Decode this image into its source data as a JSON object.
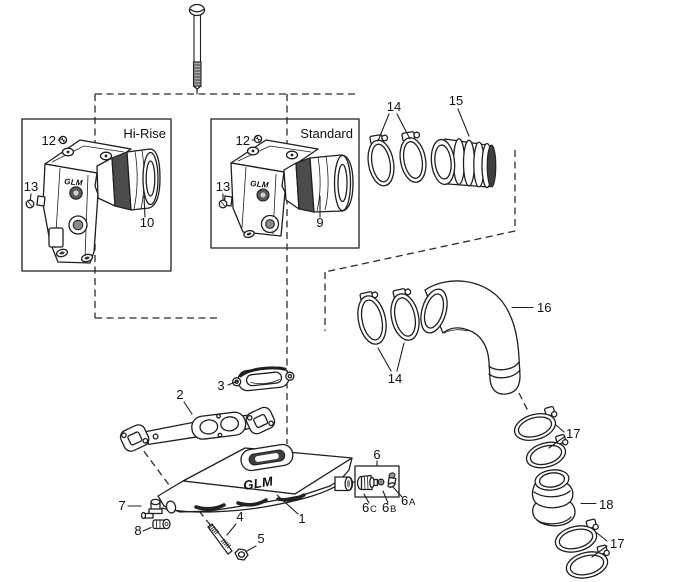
{
  "colors": {
    "line": "#1f1f1f",
    "background": "#ffffff",
    "shade_dark": "#4c4c4c",
    "shade_mid": "#8a8a8a",
    "shade_light": "#ececec"
  },
  "boxes": {
    "hirise_label": "Hi-Rise",
    "standard_label": "Standard"
  },
  "brand": {
    "logo": "GLM"
  },
  "callouts": {
    "n1": "1",
    "n2": "2",
    "n3": "3",
    "n4": "4",
    "n5": "5",
    "n6": "6",
    "n7": "7",
    "n8": "8",
    "n9": "9",
    "n10": "10",
    "n12": "12",
    "n13": "13",
    "n14": "14",
    "n15": "15",
    "n16": "16",
    "n17": "17",
    "n18": "18",
    "n6a": "6",
    "n6b": "6",
    "n6c": "6",
    "sub_a": "A",
    "sub_b": "B",
    "sub_c": "C"
  }
}
